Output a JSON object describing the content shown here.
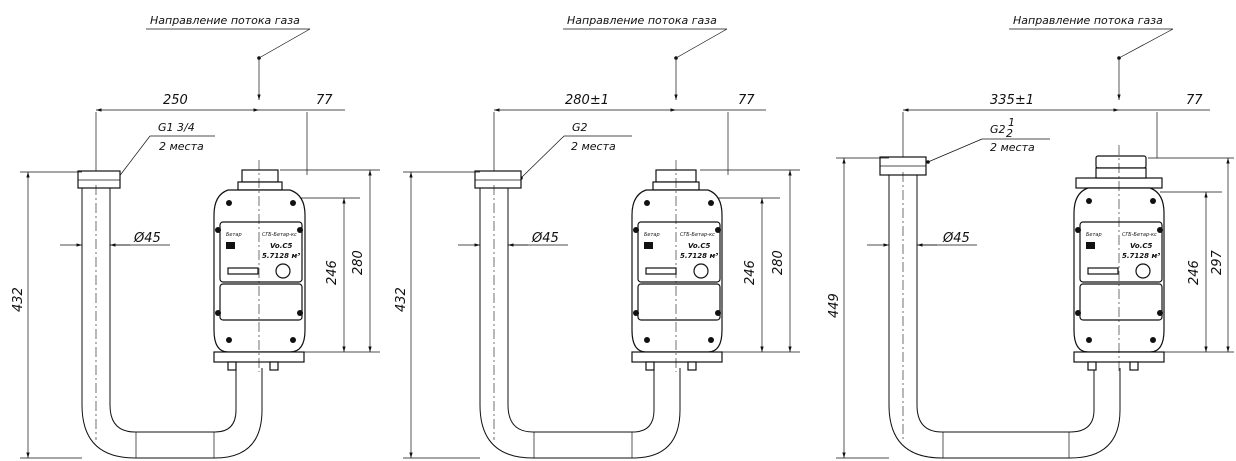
{
  "variants": [
    {
      "flow_label": "Направление потока газа",
      "width": "250",
      "offset": "77",
      "thread": "G1 3/4",
      "thread_sup": "",
      "places": "2 места",
      "diameter": "Ø45",
      "total_height": "432",
      "meter_height_inner": "246",
      "meter_height_outer": "280",
      "meter_labels": {
        "brand": "Бетар",
        "model": "СГБ-Бетар-кс",
        "volume": "5.7128 м³",
        "units": "Vo.C5"
      }
    },
    {
      "flow_label": "Направление потока газа",
      "width": "280±1",
      "offset": "77",
      "thread": "G2",
      "thread_sup": "",
      "places": "2 места",
      "diameter": "Ø45",
      "total_height": "432",
      "meter_height_inner": "246",
      "meter_height_outer": "280",
      "meter_labels": {
        "brand": "Бетар",
        "model": "СГБ-Бетар-кс",
        "volume": "5.7128 м³",
        "units": "Vo.C5"
      }
    },
    {
      "flow_label": "Направление потока газа",
      "width": "335±1",
      "offset": "77",
      "thread": "G2",
      "thread_sup": "1",
      "thread_sub": "2",
      "places": "2 места",
      "diameter": "Ø45",
      "total_height": "449",
      "meter_height_inner": "246",
      "meter_height_outer": "297",
      "meter_labels": {
        "brand": "Бетар",
        "model": "СГБ-Бетар-кс",
        "volume": "5.7128 м³",
        "units": "Vo.C5"
      }
    }
  ]
}
